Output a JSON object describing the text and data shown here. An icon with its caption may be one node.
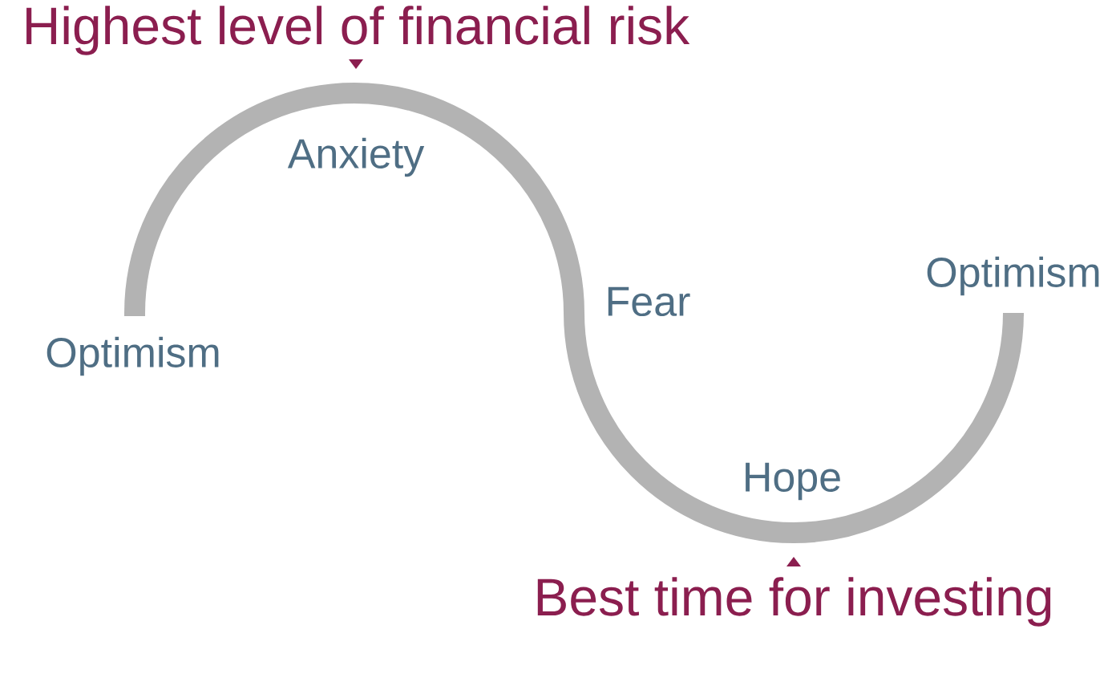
{
  "diagram": {
    "labels": [
      "Highest level of financial risk",
      "Anxiety",
      "Optimism",
      "Fear",
      "Optimism",
      "Hope",
      "Best time for investing"
    ]
  }
}
